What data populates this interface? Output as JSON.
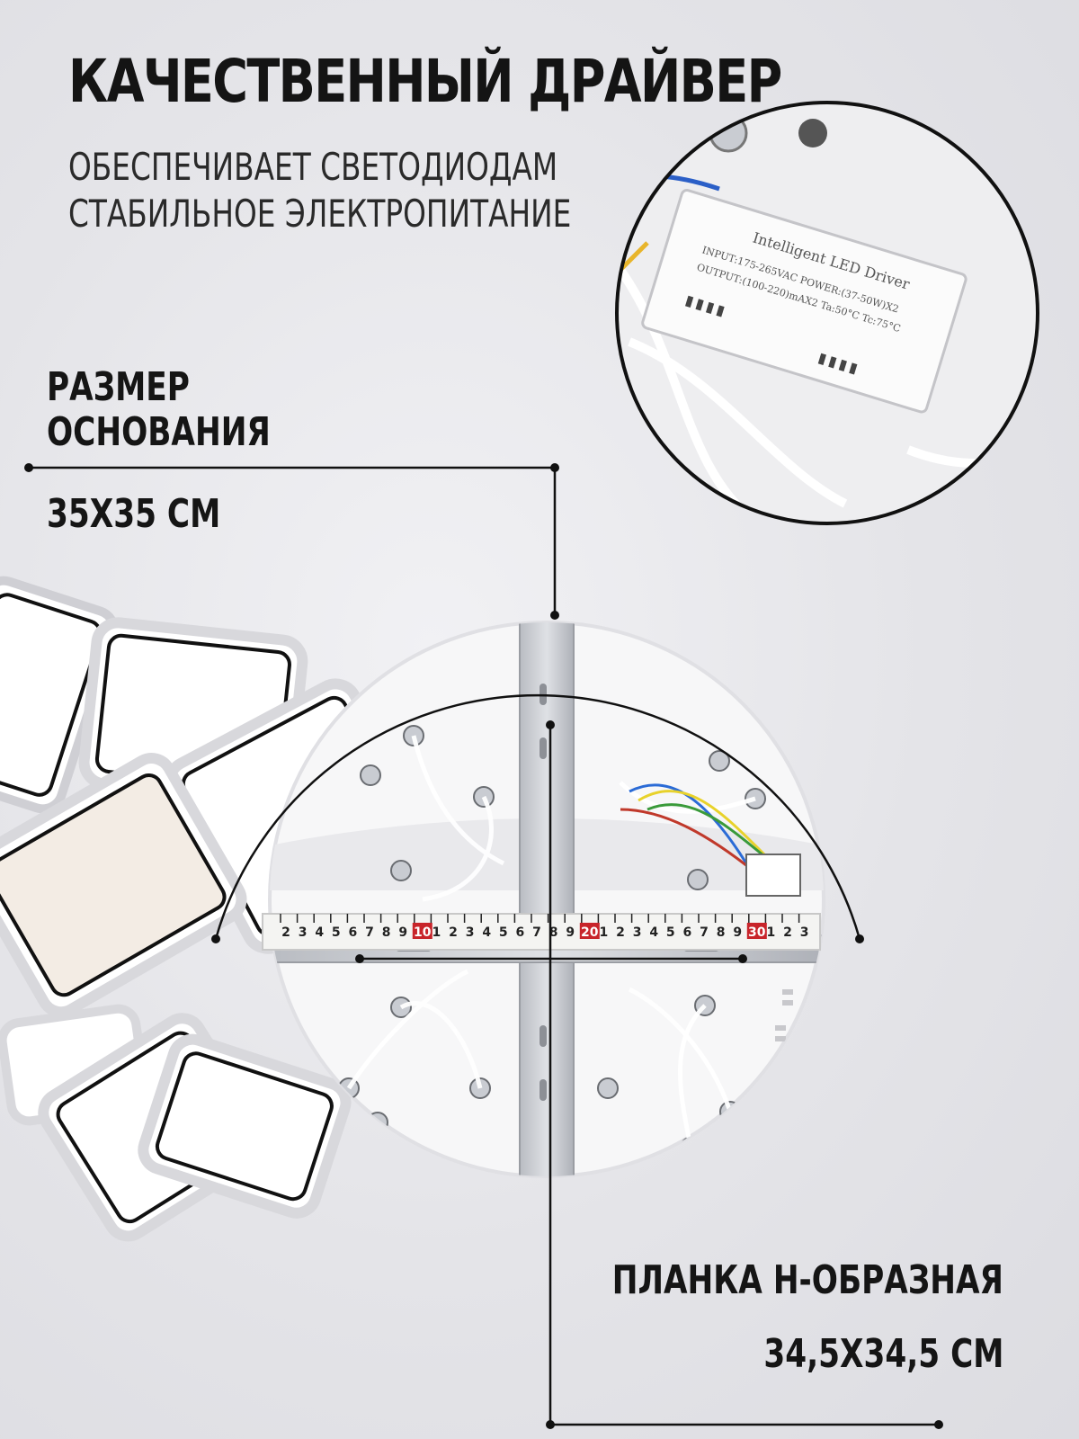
{
  "header": {
    "title": "КАЧЕСТВЕННЫЙ ДРАЙВЕР",
    "subtitle_line1": "ОБЕСПЕЧИВАЕТ СВЕТОДИОДАМ",
    "subtitle_line2": "СТАБИЛЬНОЕ ЭЛЕКТРОПИТАНИЕ"
  },
  "base_size": {
    "label_line1": "РАЗМЕР",
    "label_line2": "ОСНОВАНИЯ",
    "value": "35Х35 СМ"
  },
  "mounting_bar": {
    "label": "ПЛАНКА Н-ОБРАЗНАЯ",
    "value": "34,5Х34,5 СМ"
  },
  "driver_label": {
    "line1": "Intelligent LED Driver",
    "line2": "INPUT:175-265VAC POWER:(37-50W)X2",
    "line3": "OUTPUT:(100-220)mAX2 Ta:50°C Tc:75°C"
  },
  "ruler": {
    "ticks": [
      "2",
      "3",
      "4",
      "5",
      "6",
      "7",
      "8",
      "9",
      "10",
      "1",
      "2",
      "3",
      "4",
      "5",
      "6",
      "7",
      "8",
      "9",
      "20",
      "1",
      "2",
      "3",
      "4",
      "5",
      "6",
      "7",
      "8",
      "9",
      "30",
      "1",
      "2",
      "3"
    ],
    "highlighted": [
      "10",
      "20",
      "30"
    ]
  },
  "colors": {
    "background": "#e6e6ea",
    "text": "#141414",
    "ruler_red": "#c8242a",
    "frame_black": "#111111"
  },
  "icons": {
    "driver": "led-driver-icon",
    "ruler": "measuring-tape-icon",
    "chandelier": "led-chandelier-icon"
  }
}
